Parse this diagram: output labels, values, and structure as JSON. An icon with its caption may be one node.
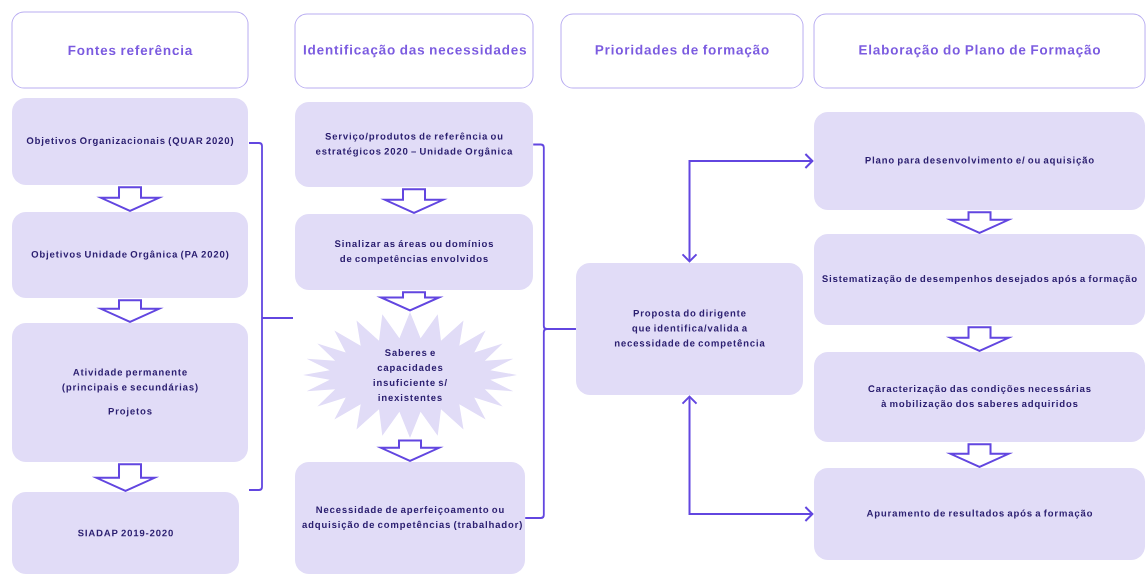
{
  "diagram": {
    "nodes": [
      {
        "text": [
          "Fontes referência"
        ]
      },
      {
        "text": [
          "Identificação das necessidades"
        ]
      },
      {
        "text": [
          "Prioridades de formação"
        ]
      },
      {
        "text": [
          "Elaboração do Plano de Formação"
        ]
      },
      {
        "text": [
          "Objetivos Organizacionais (QUAR 2020)"
        ]
      },
      {
        "text": [
          "Objetivos Unidade Orgânica (PA 2020)"
        ]
      },
      {
        "text": [
          "Atividade permanente (principais e secundárias)",
          "Projetos"
        ]
      },
      {
        "text": [
          "SIADAP 2019-2020"
        ]
      },
      {
        "text": [
          "Serviço/produtos de referência ou estratégicos 2020 – Unidade Orgânica"
        ]
      },
      {
        "text": [
          "Sinalizar as áreas ou domínios de competências envolvidos"
        ]
      },
      {
        "text": [
          "Saberes e capacidades insuficiente s/ inexistentes"
        ]
      },
      {
        "text": [
          "Necessidade de aperfeiçoamento ou adquisição de competências (trabalhador)"
        ]
      },
      {
        "text": [
          "Proposta do dirigente que identifica/valida a necessidade de competência"
        ]
      },
      {
        "text": [
          "Plano para desenvolvimento e/ ou aquisição"
        ]
      },
      {
        "text": [
          "Sistematização de desempenhos desejados após a formação"
        ]
      },
      {
        "text": [
          "Caracterização das condições necessárias à mobilização dos saberes adquiridos"
        ]
      },
      {
        "text": [
          "Apuramento de resultados após a formação"
        ]
      }
    ],
    "edges": [
      {
        "from": 4,
        "to": 5,
        "arrow": "to"
      },
      {
        "from": 5,
        "to": 6,
        "arrow": "to"
      },
      {
        "from": 6,
        "to": 7,
        "arrow": "to"
      },
      {
        "from": 8,
        "to": 9,
        "arrow": "to"
      },
      {
        "from": 9,
        "to": 10,
        "arrow": "to"
      },
      {
        "from": 10,
        "to": 11,
        "arrow": "to"
      },
      {
        "from": 8,
        "to": 12,
        "arrow": "none"
      },
      {
        "from": 11,
        "to": 12,
        "arrow": "none"
      },
      {
        "from": 12,
        "to": 13,
        "arrow": "both"
      },
      {
        "from": 12,
        "to": 16,
        "arrow": "both"
      },
      {
        "from": 13,
        "to": 14,
        "arrow": "to"
      },
      {
        "from": 14,
        "to": 15,
        "arrow": "to"
      },
      {
        "from": 15,
        "to": 16,
        "arrow": "to"
      }
    ]
  }
}
